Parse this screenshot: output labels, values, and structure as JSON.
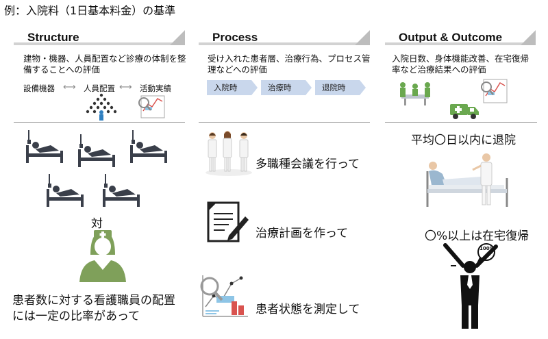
{
  "title": "例：入院料（1日基本料金）の基準",
  "columns": {
    "structure": {
      "heading": "Structure",
      "description": "建物・機器、人員配置など診療の体制を整備することへの評価",
      "items": [
        "設備機器",
        "人員配置",
        "活動実績"
      ],
      "versus": "対",
      "caption": "患者数に対する看護職員の配置には一定の比率があって"
    },
    "process": {
      "heading": "Process",
      "description": "受け入れた患者層、治療行為、プロセス管理などへの評価",
      "stages": [
        "入院時",
        "治療時",
        "退院時"
      ],
      "captions": [
        "多職種会議を行って",
        "治療計画を作って",
        "患者状態を測定して"
      ]
    },
    "outcome": {
      "heading": "Output & Outcome",
      "description": "入院日数、身体機能改善、在宅復帰率など治療結果への評価",
      "captions": [
        "平均〇日以内に退院",
        "〇%以上は在宅復帰"
      ],
      "badge": "100%"
    }
  },
  "colors": {
    "header_bar": "#d2d2d2",
    "chevron": "#c9d7ec",
    "nurse": "#7fa05a",
    "ambulance": "#6aa84f",
    "chart_blue": "#8ec5e6",
    "chart_red": "#d9534f",
    "patient_icon": "#3a3f4a"
  }
}
